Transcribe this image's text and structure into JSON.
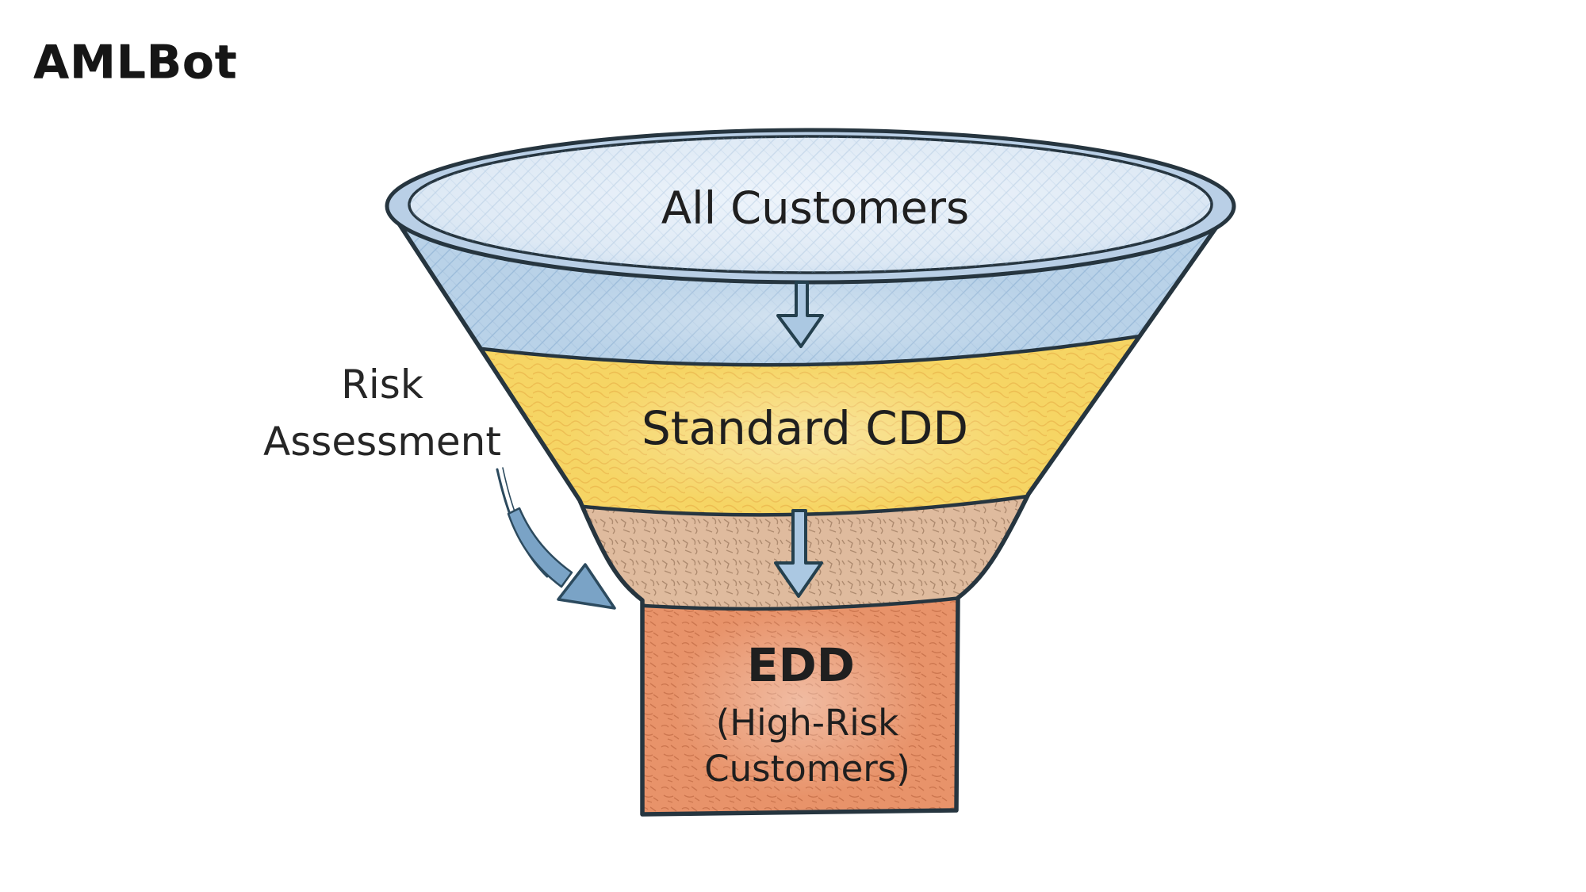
{
  "logo": "AMLBot",
  "funnel": {
    "stages": [
      {
        "label": "All Customers",
        "color": "#b9d2e8"
      },
      {
        "label": "Standard CDD",
        "color": "#f6d564"
      },
      {
        "label": "EDD",
        "sublabel_line1": "(High-Risk",
        "sublabel_line2": "Customers)",
        "color": "#e8936a"
      }
    ],
    "transition_color": "#dfbb9e"
  },
  "annotation": {
    "line1": "Risk",
    "line2": "Assessment"
  },
  "icons": {
    "flow_arrow_top": "down-arrow",
    "flow_arrow_middle": "down-arrow",
    "risk_assessment_arrow": "curved-down-right-arrow"
  },
  "colors": {
    "background": "#ffffff",
    "outline": "#26353f",
    "dish_fill": "#dfeaf5",
    "rim_fill": "#b9cfe6",
    "band_blue": "#b9d2e8",
    "band_yellow": "#f6d564",
    "band_tan": "#dfbb9e",
    "band_orange": "#e8936a",
    "arrow_fill": "#abc8e2",
    "curved_arrow_fill": "#7aa3c6",
    "text": "#1f1f1f"
  }
}
